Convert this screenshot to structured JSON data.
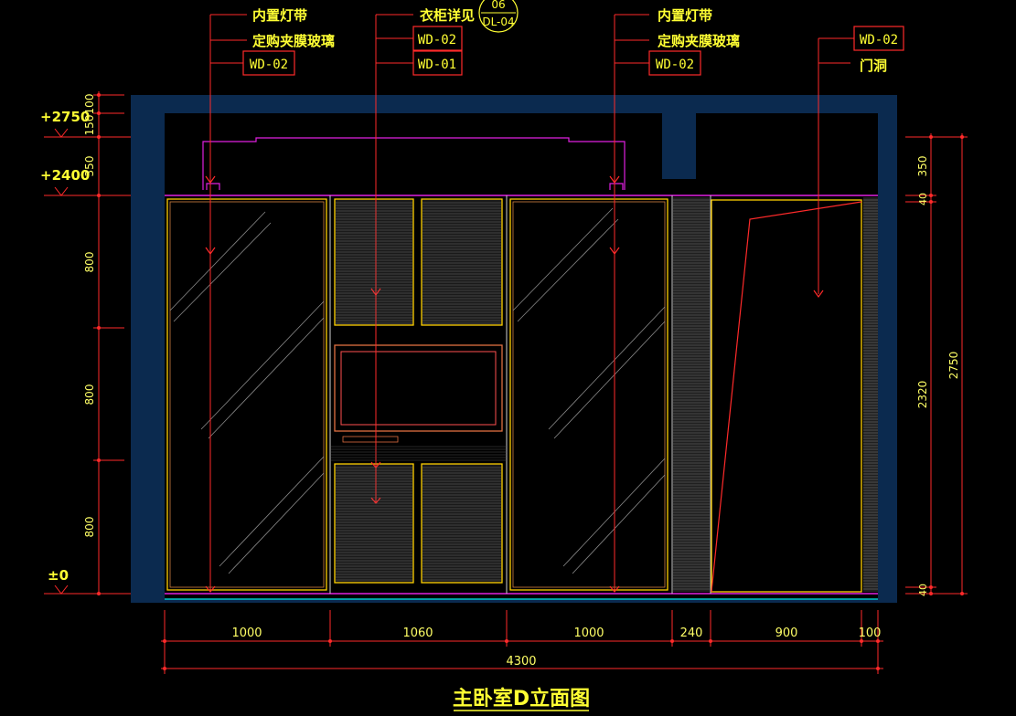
{
  "title": "主卧室D立面图",
  "detail_callout": {
    "top": "06",
    "bottom": "DL-04"
  },
  "callouts": {
    "c1": {
      "line1": "内置灯带",
      "line2": "定购夹膜玻璃",
      "code": "WD-02"
    },
    "c2": {
      "line1": "衣柜详见",
      "code1": "WD-02",
      "code2": "WD-01"
    },
    "c3": {
      "line1": "内置灯带",
      "line2": "定购夹膜玻璃",
      "code": "WD-02"
    },
    "c4": {
      "code": "WD-02",
      "line2": "门洞"
    }
  },
  "levels": {
    "l1": "+2750",
    "l2": "+2400",
    "l3": "±0"
  },
  "left_dims": {
    "d100": "100",
    "d150": "150",
    "d350": "350",
    "d800a": "800",
    "d800b": "800",
    "d800c": "800"
  },
  "right_dims": {
    "d350": "350",
    "d40a": "40",
    "d2320": "2320",
    "d40b": "40",
    "d2750": "2750"
  },
  "bottom_dims": {
    "d1000a": "1000",
    "d1060": "1060",
    "d1000b": "1000",
    "d240": "240",
    "d900": "900",
    "d100": "100",
    "total": "4300"
  },
  "colors": {
    "background": "#000000",
    "wall": "#0b2a4f",
    "annotation": "#ff2a2a",
    "text": "#ffff33",
    "cabinet": "#ffd000",
    "outline": "#e020e0",
    "dim_text": "#ffff66",
    "floor": "#00c8c8"
  }
}
